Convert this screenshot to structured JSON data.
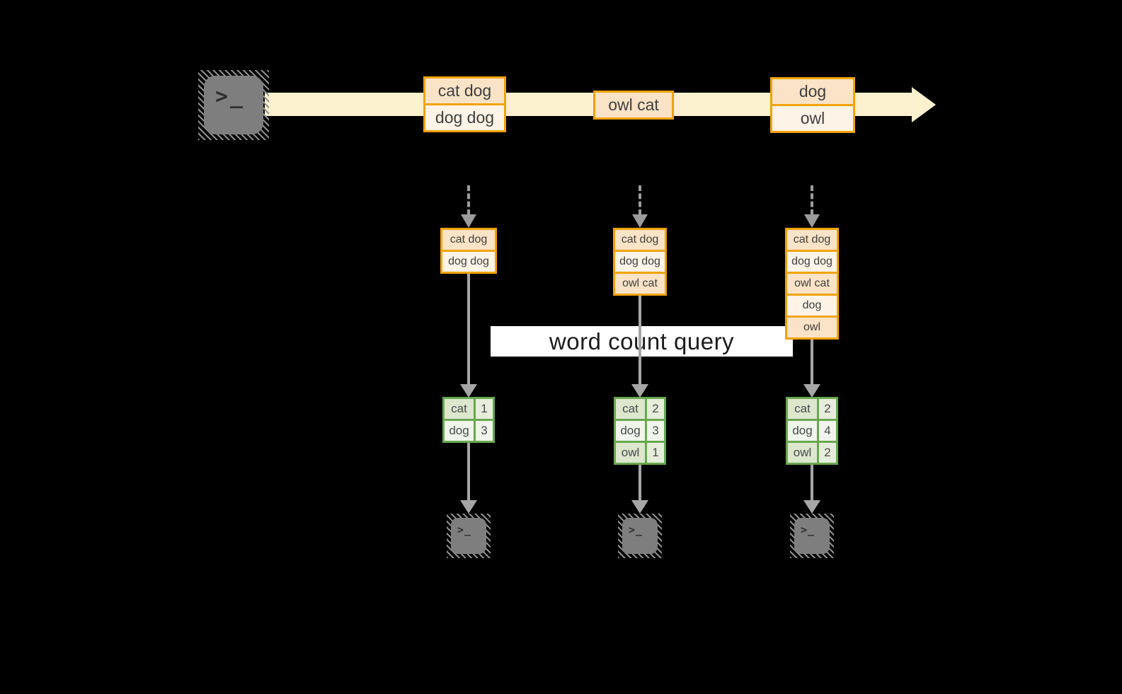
{
  "diagram": {
    "background": "#000000",
    "query_label": "word count query",
    "producer": {
      "icon": "terminal-icon",
      "glyph": ">_"
    },
    "consumer_glyph": ">_",
    "stream": {
      "batches": [
        {
          "lines": [
            "cat dog",
            "dog dog"
          ]
        },
        {
          "lines": [
            "owl cat"
          ]
        },
        {
          "lines": [
            "dog",
            "owl"
          ]
        }
      ]
    },
    "steps": [
      {
        "state": [
          "cat dog",
          "dog dog"
        ],
        "counts": [
          {
            "word": "cat",
            "count": "1"
          },
          {
            "word": "dog",
            "count": "3"
          }
        ]
      },
      {
        "state": [
          "cat dog",
          "dog dog",
          "owl cat"
        ],
        "counts": [
          {
            "word": "cat",
            "count": "2"
          },
          {
            "word": "dog",
            "count": "3"
          },
          {
            "word": "owl",
            "count": "1"
          }
        ]
      },
      {
        "state": [
          "cat dog",
          "dog dog",
          "owl cat",
          "dog",
          "owl"
        ],
        "counts": [
          {
            "word": "cat",
            "count": "2"
          },
          {
            "word": "dog",
            "count": "4"
          },
          {
            "word": "owl",
            "count": "2"
          }
        ]
      }
    ],
    "colors": {
      "stream_band": "#FBF1CE",
      "record_border": "#F0A30A",
      "record_fill_dark": "#FAE3C6",
      "record_fill_light": "#FDF3E6",
      "table_border": "#69A84F",
      "table_cell_dark": "#DCE7CE",
      "table_cell_light": "#F0F5EB",
      "arrow_gray": "#A6A6A6",
      "terminal_gray": "#7E7E7E",
      "query_band": "#FFFFFF"
    }
  }
}
